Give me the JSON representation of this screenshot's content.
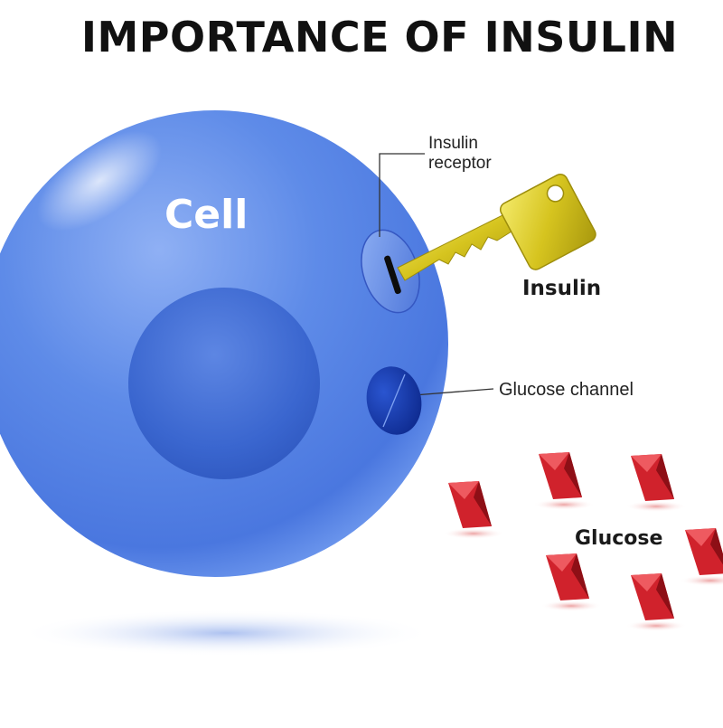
{
  "title": "IMPORTANCE OF INSULIN",
  "labels": {
    "cell": "Cell",
    "insulin_receptor_line1": "Insulin",
    "insulin_receptor_line2": "receptor",
    "insulin": "Insulin",
    "glucose_channel": "Glucose channel",
    "glucose": "Glucose"
  },
  "icons": [
    "cell",
    "nucleus",
    "insulin-receptor",
    "key-icon",
    "glucose-channel",
    "glucose-molecule"
  ],
  "colors": {
    "cell": "#4f7ee3",
    "nucleus": "#2f5bc4",
    "key": "#d9c92a",
    "glucose": "#c8202a",
    "channel": "#1a3fb0"
  }
}
